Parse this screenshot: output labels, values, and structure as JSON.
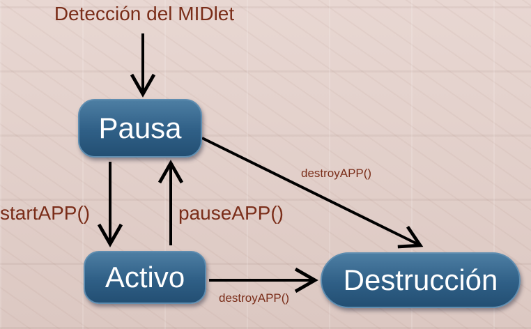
{
  "diagram": {
    "entry_label": "Detección del MIDlet",
    "nodes": {
      "pausa": "Pausa",
      "activo": "Activo",
      "destruccion": "Destrucción"
    },
    "edges": {
      "pausa_to_activo": "startAPP()",
      "activo_to_pausa": "pauseAPP()",
      "pausa_to_destruccion": "destroyAPP()",
      "activo_to_destruccion": "destroyAPP()"
    },
    "colors": {
      "node_fill": "#2f5f86",
      "node_text": "#ffffff",
      "label_text": "#7a2d19",
      "arrow": "#000000"
    }
  }
}
